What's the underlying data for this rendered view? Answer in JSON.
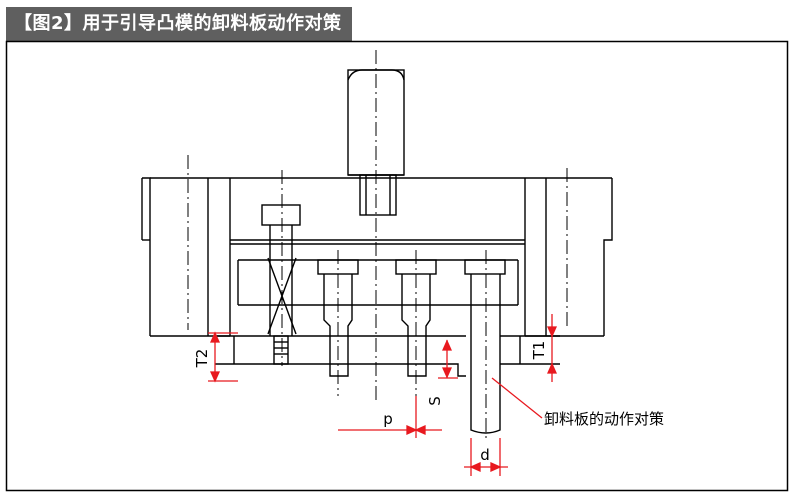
{
  "figure": {
    "title": "【图2】用于引导凸模的卸料板动作对策",
    "callout": "卸料板的动作对策",
    "dimensions": {
      "t2": "T2",
      "t1": "T1",
      "s": "S",
      "p": "p",
      "d": "d"
    }
  },
  "colors": {
    "title_bg": "#5f5f5f",
    "line": "#000000",
    "dimension": "#e8191f"
  }
}
